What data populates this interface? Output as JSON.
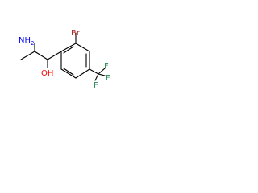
{
  "structure": {
    "atom_labels": {
      "bromine": "Br",
      "amine": "NH",
      "amine_subscript": "2",
      "hydroxyl": "OH",
      "fluorine_1": "F",
      "fluorine_2": "F",
      "fluorine_3": "F"
    }
  },
  "colors": {
    "bond": "#000000",
    "oxygen": "#ff0000",
    "nitrogen": "#0000ff",
    "bromine": "#a52a2a",
    "fluorine": "#2e8b57"
  }
}
